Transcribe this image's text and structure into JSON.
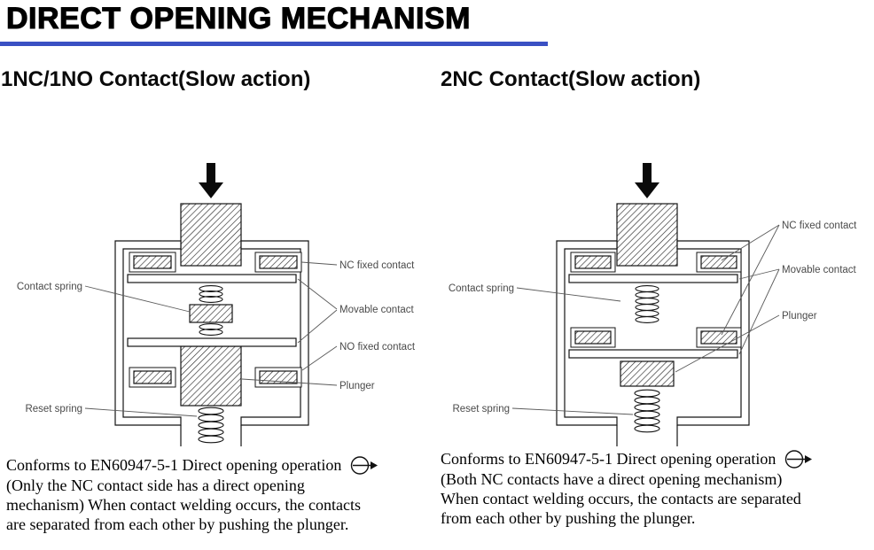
{
  "page": {
    "title": "DIRECT OPENING MECHANISM",
    "accent_color": "#3a50c3"
  },
  "icons": {
    "push_direction": "down-arrow",
    "direct_opening": "circled-right-arrow"
  },
  "sections": {
    "left": {
      "heading": "1NC/1NO Contact(Slow action)",
      "labels": {
        "contact_spring": "Contact spring",
        "nc_fixed_contact": "NC fixed contact",
        "movable_contact": "Movable contact",
        "no_fixed_contact": "NO fixed contact",
        "plunger": "Plunger",
        "reset_spring": "Reset spring"
      },
      "description_lines": [
        "Conforms to EN60947-5-1 Direct opening operation",
        "(Only the NC contact side has a direct opening",
        "mechanism) When contact welding occurs, the contacts",
        "are separated from each other by pushing the plunger."
      ]
    },
    "right": {
      "heading": "2NC Contact(Slow action)",
      "labels": {
        "contact_spring": "Contact spring",
        "nc_fixed_contact": "NC fixed contact",
        "movable_contact": "Movable contact",
        "plunger": "Plunger",
        "reset_spring": "Reset spring"
      },
      "description_lines": [
        "Conforms to EN60947-5-1 Direct opening operation",
        "(Both NC contacts have a direct opening mechanism)",
        "When contact welding occurs, the contacts are separated",
        "from each other by pushing the plunger."
      ]
    }
  }
}
